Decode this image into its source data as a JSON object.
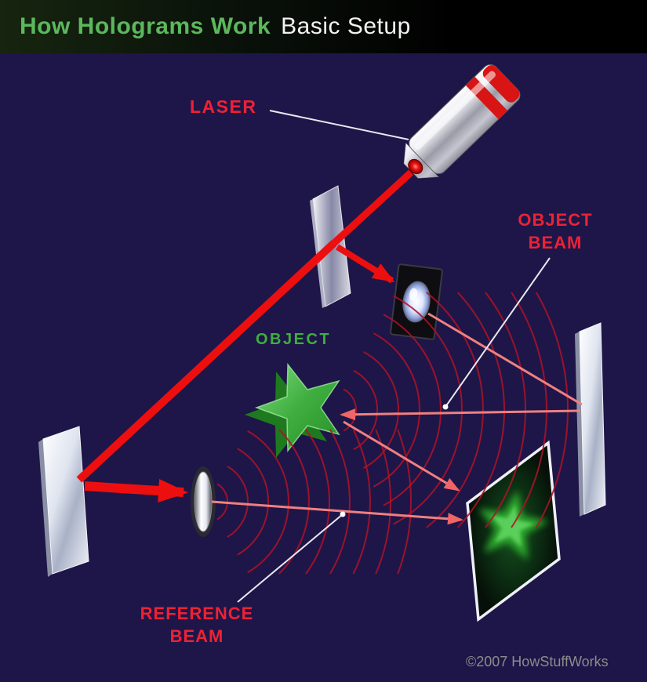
{
  "header": {
    "title": "How Holograms Work",
    "subtitle": "Basic Setup"
  },
  "labels": {
    "laser": "LASER",
    "object_beam": "OBJECT BEAM",
    "object": "OBJECT",
    "reference_beam": "REFERENCE BEAM"
  },
  "footer": {
    "copyright": "©2007 HowStuffWorks"
  },
  "icons": {
    "laser_device": "laser-pointer",
    "beam_splitter": "beam-splitter-plate",
    "mirrors": "front-surface-mirrors",
    "lenses": "beam-spreading-lenses",
    "object": "green-star-object",
    "plate": "holographic-film-plate",
    "wavefronts": "red-light-wavefront-arcs"
  },
  "colors": {
    "background": "#1e1648",
    "header_black": "#000000",
    "title_green": "#5cb85c",
    "title_white": "#f2f2f2",
    "beam_red": "#ed0f0f",
    "beam_light_red": "#ef8080",
    "wavefront_red": "#ad1228",
    "label_red": "#ee2135",
    "object_green": "#3fae3f",
    "copyright_gray": "#8c8c8c"
  }
}
